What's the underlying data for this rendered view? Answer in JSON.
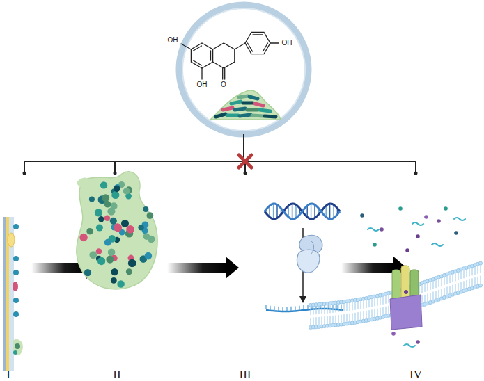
{
  "diagram": {
    "labels": [
      "OH",
      "OH",
      "OH",
      "O",
      "I",
      "II",
      "III",
      "IV"
    ]
  }
}
